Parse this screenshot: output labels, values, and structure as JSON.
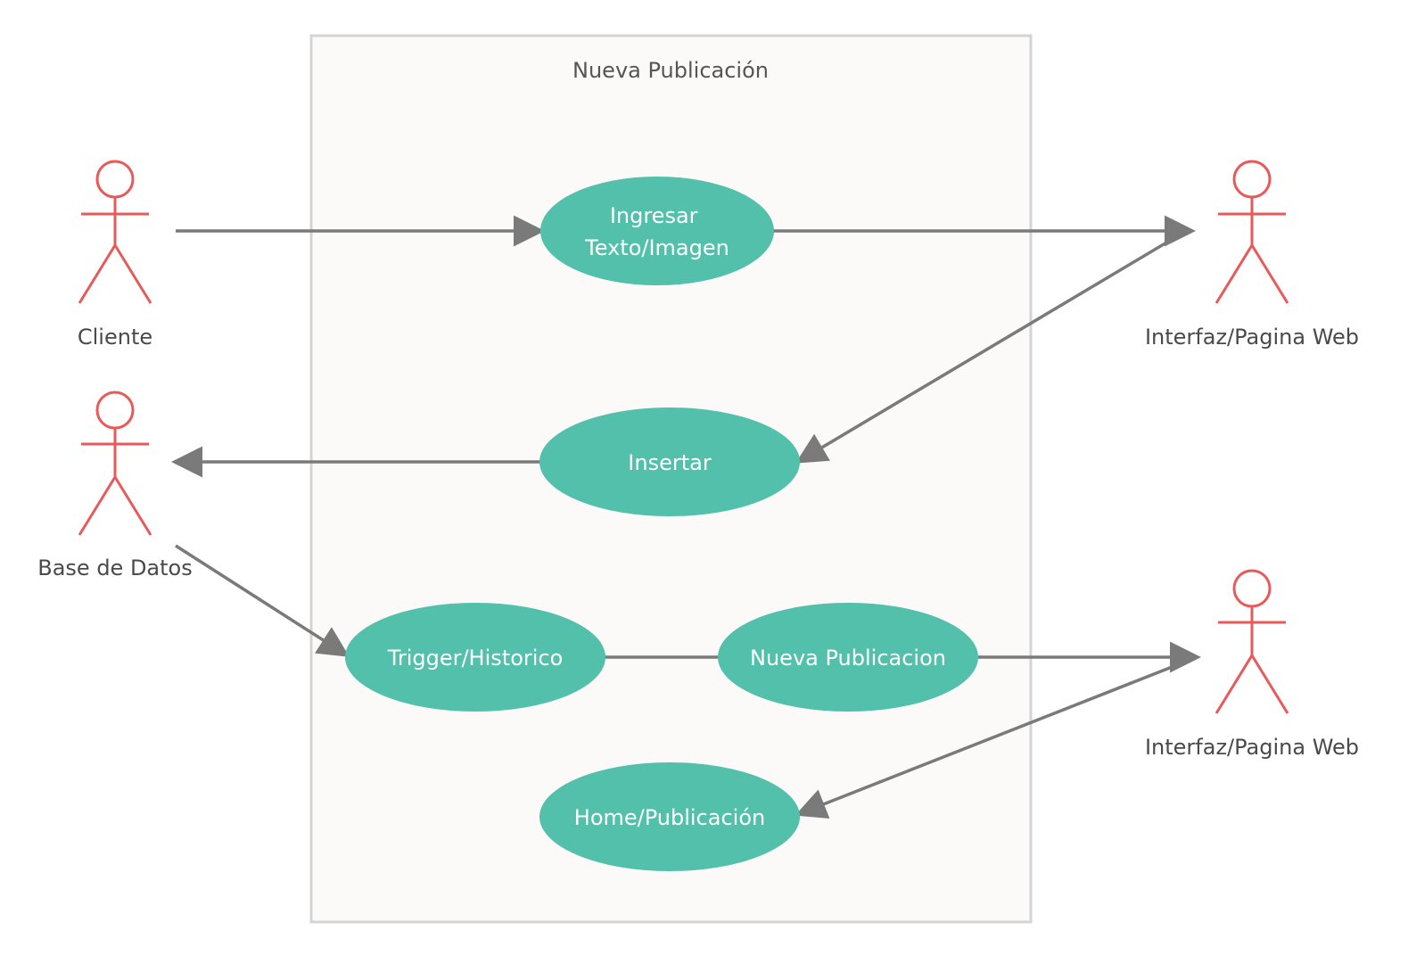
{
  "boundary": {
    "title": "Nueva Publicación"
  },
  "actors": {
    "cliente": "Cliente",
    "interfaz_top": "Interfaz/Pagina Web",
    "base_datos": "Base de Datos",
    "interfaz_bottom": "Interfaz/Pagina Web"
  },
  "use_cases": {
    "ingresar_line1": "Ingresar",
    "ingresar_line2": "Texto/Imagen",
    "insertar": "Insertar",
    "trigger": "Trigger/Historico",
    "nueva_publicacion": "Nueva Publicacion",
    "home": "Home/Publicación"
  },
  "colors": {
    "actor": "#e85a5a",
    "use_case": "#52c0aa",
    "connector": "#7a7a7a",
    "boundary_fill": "#fbfaf8",
    "boundary_stroke": "#d4d4d4"
  }
}
